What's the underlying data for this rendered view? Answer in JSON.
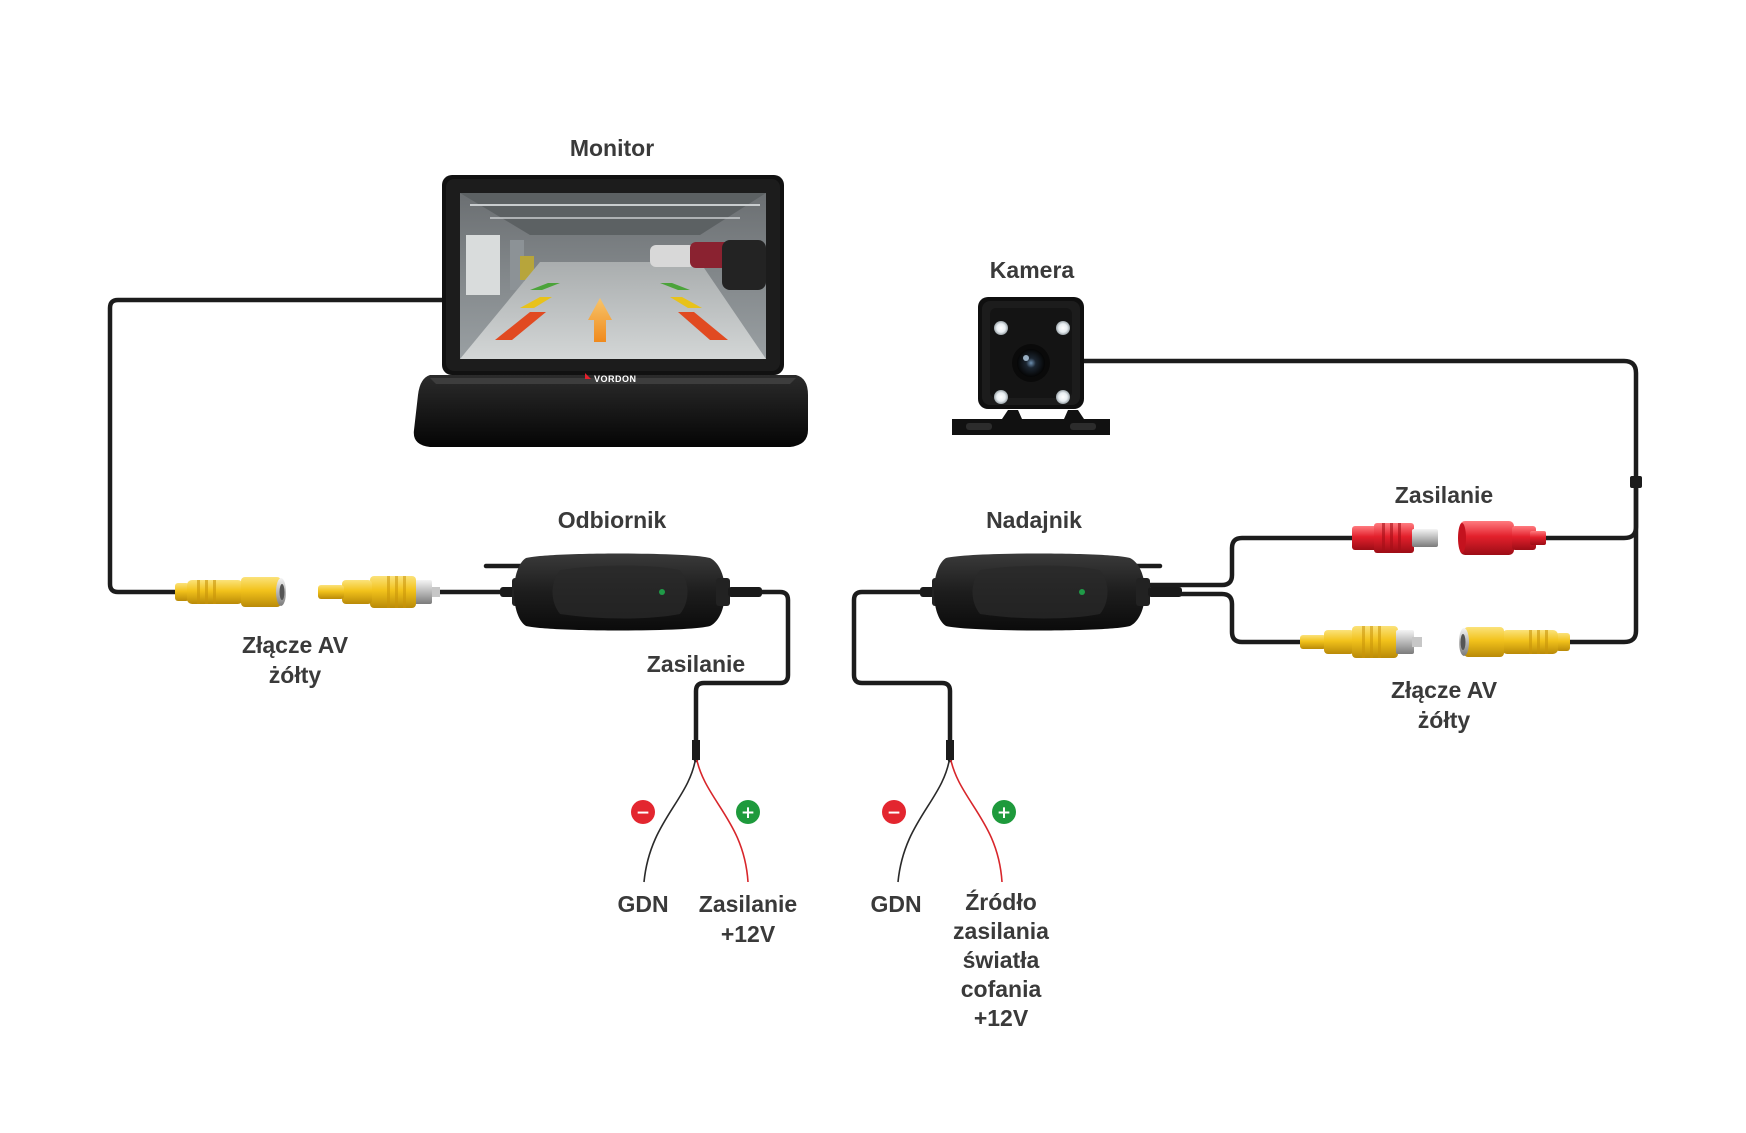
{
  "labels": {
    "monitor": "Monitor",
    "camera": "Kamera",
    "receiver": "Odbiornik",
    "transmitter": "Nadajnik",
    "power_camera": "Zasilanie",
    "power_receiver": "Zasilanie",
    "av_left_line1": "Złącze AV",
    "av_left_line2": "żółty",
    "av_right_line1": "Złącze AV",
    "av_right_line2": "żółty",
    "rx_gnd": "GDN",
    "rx_plus_line1": "Zasilanie",
    "rx_plus_line2": "+12V",
    "tx_gnd": "GDN",
    "tx_plus_line1": "Źródło",
    "tx_plus_line2": "zasilania",
    "tx_plus_line3": "światła",
    "tx_plus_line4": "cofania",
    "tx_plus_line5": "+12V"
  },
  "brand": "VORDON",
  "signs": {
    "minus": "−",
    "plus": "+"
  },
  "colors": {
    "connector_yellow": "#f2c21b",
    "connector_red": "#e3202c",
    "wire_black": "#1c1c1c",
    "minus_badge": "#e3262f",
    "plus_badge": "#1e9a3c"
  }
}
